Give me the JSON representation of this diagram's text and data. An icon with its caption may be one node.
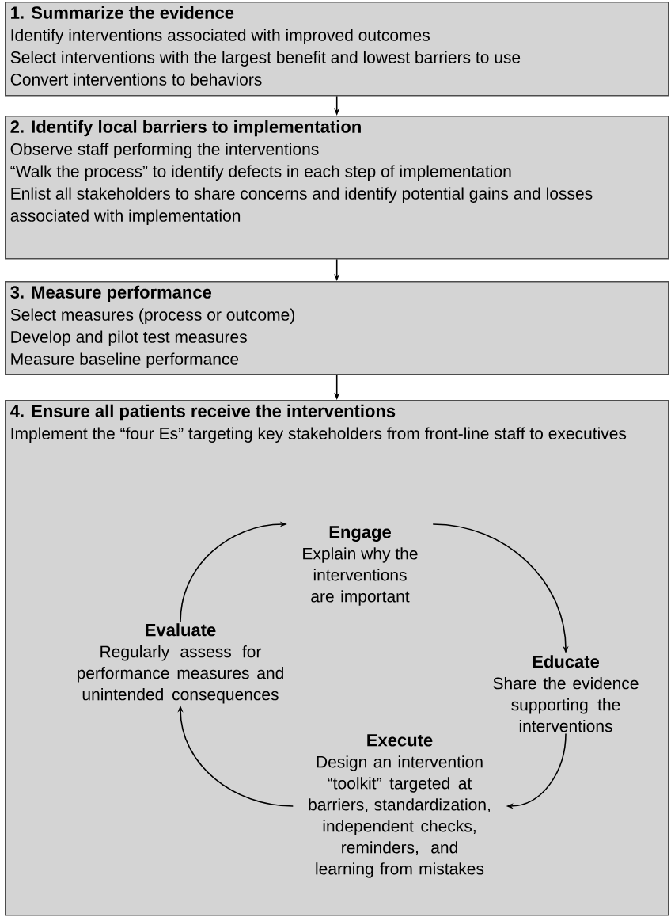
{
  "diagram": {
    "nodes": [
      {
        "text": [
          "1. Summarize the evidence",
          "Identify interventions associated with improved outcomes",
          "Select interventions with the largest benefit and lowest barriers to use",
          "Convert interventions to behaviors"
        ]
      },
      {
        "text": [
          "2. Identify local barriers to implementation",
          "Observe staff performing the interventions",
          "“Walk the process” to identify defects in each step of implementation",
          "Enlist all stakeholders to share concerns and identify potential gains and losses associated with implementation"
        ]
      },
      {
        "text": [
          "3. Measure performance",
          "Select measures (process or outcome)",
          "Develop and pilot test measures",
          "Measure baseline performance"
        ]
      },
      {
        "text": [
          "4. Ensure all patients receive the interventions",
          "Implement the “four Es” targeting key stakeholders from front-line staff to executives"
        ]
      },
      {
        "text": [
          "Engage",
          "Explain why the interventions are important"
        ],
        "in": 3
      },
      {
        "text": [
          "Educate",
          "Share the evidence supporting the interventions"
        ],
        "in": 3
      },
      {
        "text": [
          "Execute",
          "Design an intervention “toolkit” targeted at barriers, standardization, independent checks, reminders, and learning from mistakes"
        ],
        "in": 3
      },
      {
        "text": [
          "Evaluate",
          "Regularly assess for performance measures and unintended consequences"
        ],
        "in": 3
      }
    ],
    "edges": [
      {
        "from": 0,
        "to": 1,
        "arrow": "to"
      },
      {
        "from": 1,
        "to": 2,
        "arrow": "to"
      },
      {
        "from": 2,
        "to": 3,
        "arrow": "to"
      },
      {
        "from": 4,
        "to": 5,
        "arrow": "to"
      },
      {
        "from": 5,
        "to": 6,
        "arrow": "to"
      },
      {
        "from": 6,
        "to": 7,
        "arrow": "to"
      },
      {
        "from": 7,
        "to": 4,
        "arrow": "to"
      }
    ]
  }
}
